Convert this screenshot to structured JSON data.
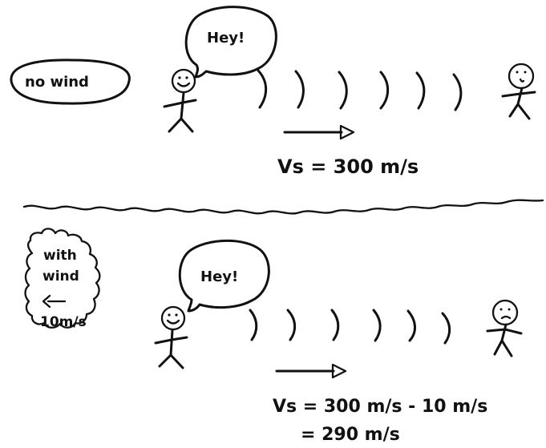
{
  "top_panel": {
    "condition_label": "no wind",
    "speech": "Hey!",
    "speed_text": "Vs = 300 m/s"
  },
  "bottom_panel": {
    "condition_lines": [
      "with",
      "wind",
      "10m/s"
    ],
    "speech": "Hey!",
    "speed_line_1": "Vs = 300 m/s - 10 m/s",
    "speed_line_2": "= 290 m/s"
  }
}
